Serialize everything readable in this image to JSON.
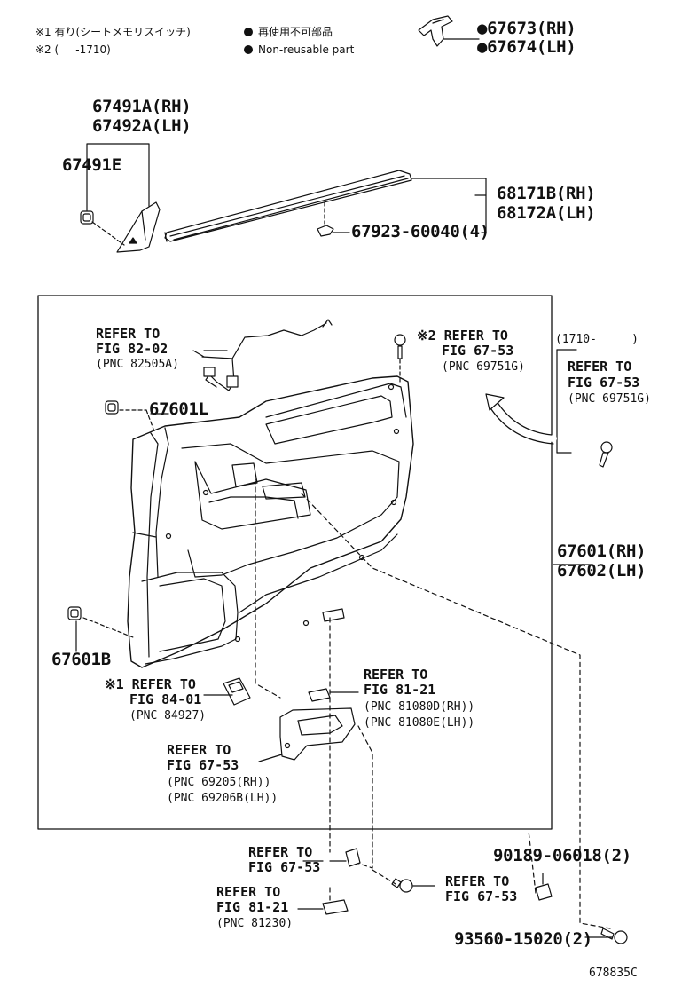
{
  "notes": {
    "note1": "※1 有り(シートメモリスイッチ)",
    "note2": "※2 (     -1710)",
    "legend_jp": "再使用不可部品",
    "legend_en": "Non-reusable part"
  },
  "parts": {
    "p67673": "●67673(RH)",
    "p67674": "●67674(LH)",
    "p67491A": "67491A(RH)",
    "p67492A": "67492A(LH)",
    "p67491E": "67491E",
    "p68171B": "68171B(RH)",
    "p68172A": "68172A(LH)",
    "p67923": "67923-60040(4)",
    "p67601L": "67601L",
    "p67601RH": "67601(RH)",
    "p67602LH": "67602(LH)",
    "p67601B": "67601B",
    "p90189": "90189-06018(2)",
    "p93560": "93560-15020(2)",
    "catalog": "678835C"
  },
  "refs": {
    "r82_1": "REFER TO",
    "r82_2": "FIG 82-02",
    "r82_3": "(PNC 82505A)",
    "r6753a_1": "※2 REFER TO",
    "r6753a_2": "FIG 67-53",
    "r6753a_3": "(PNC 69751G)",
    "side_range": "(1710-     )",
    "side_1": "REFER TO",
    "side_2": "FIG 67-53",
    "side_3": "(PNC 69751G)",
    "r84_1": "※1 REFER TO",
    "r84_2": "FIG 84-01",
    "r84_3": "(PNC 84927)",
    "r8121a_1": "REFER TO",
    "r8121a_2": "FIG 81-21",
    "r8121a_3": "(PNC 81080D(RH))",
    "r8121a_4": "(PNC 81080E(LH))",
    "r6753b_1": "REFER TO",
    "r6753b_2": "FIG 67-53",
    "r6753b_3": "(PNC 69205(RH))",
    "r6753b_4": "(PNC 69206B(LH))",
    "r6753c_1": "REFER TO",
    "r6753c_2": "FIG 67-53",
    "r6753d_1": "REFER TO",
    "r6753d_2": "FIG 67-53",
    "r8121b_1": "REFER TO",
    "r8121b_2": "FIG 81-21",
    "r8121b_3": "(PNC 81230)"
  }
}
